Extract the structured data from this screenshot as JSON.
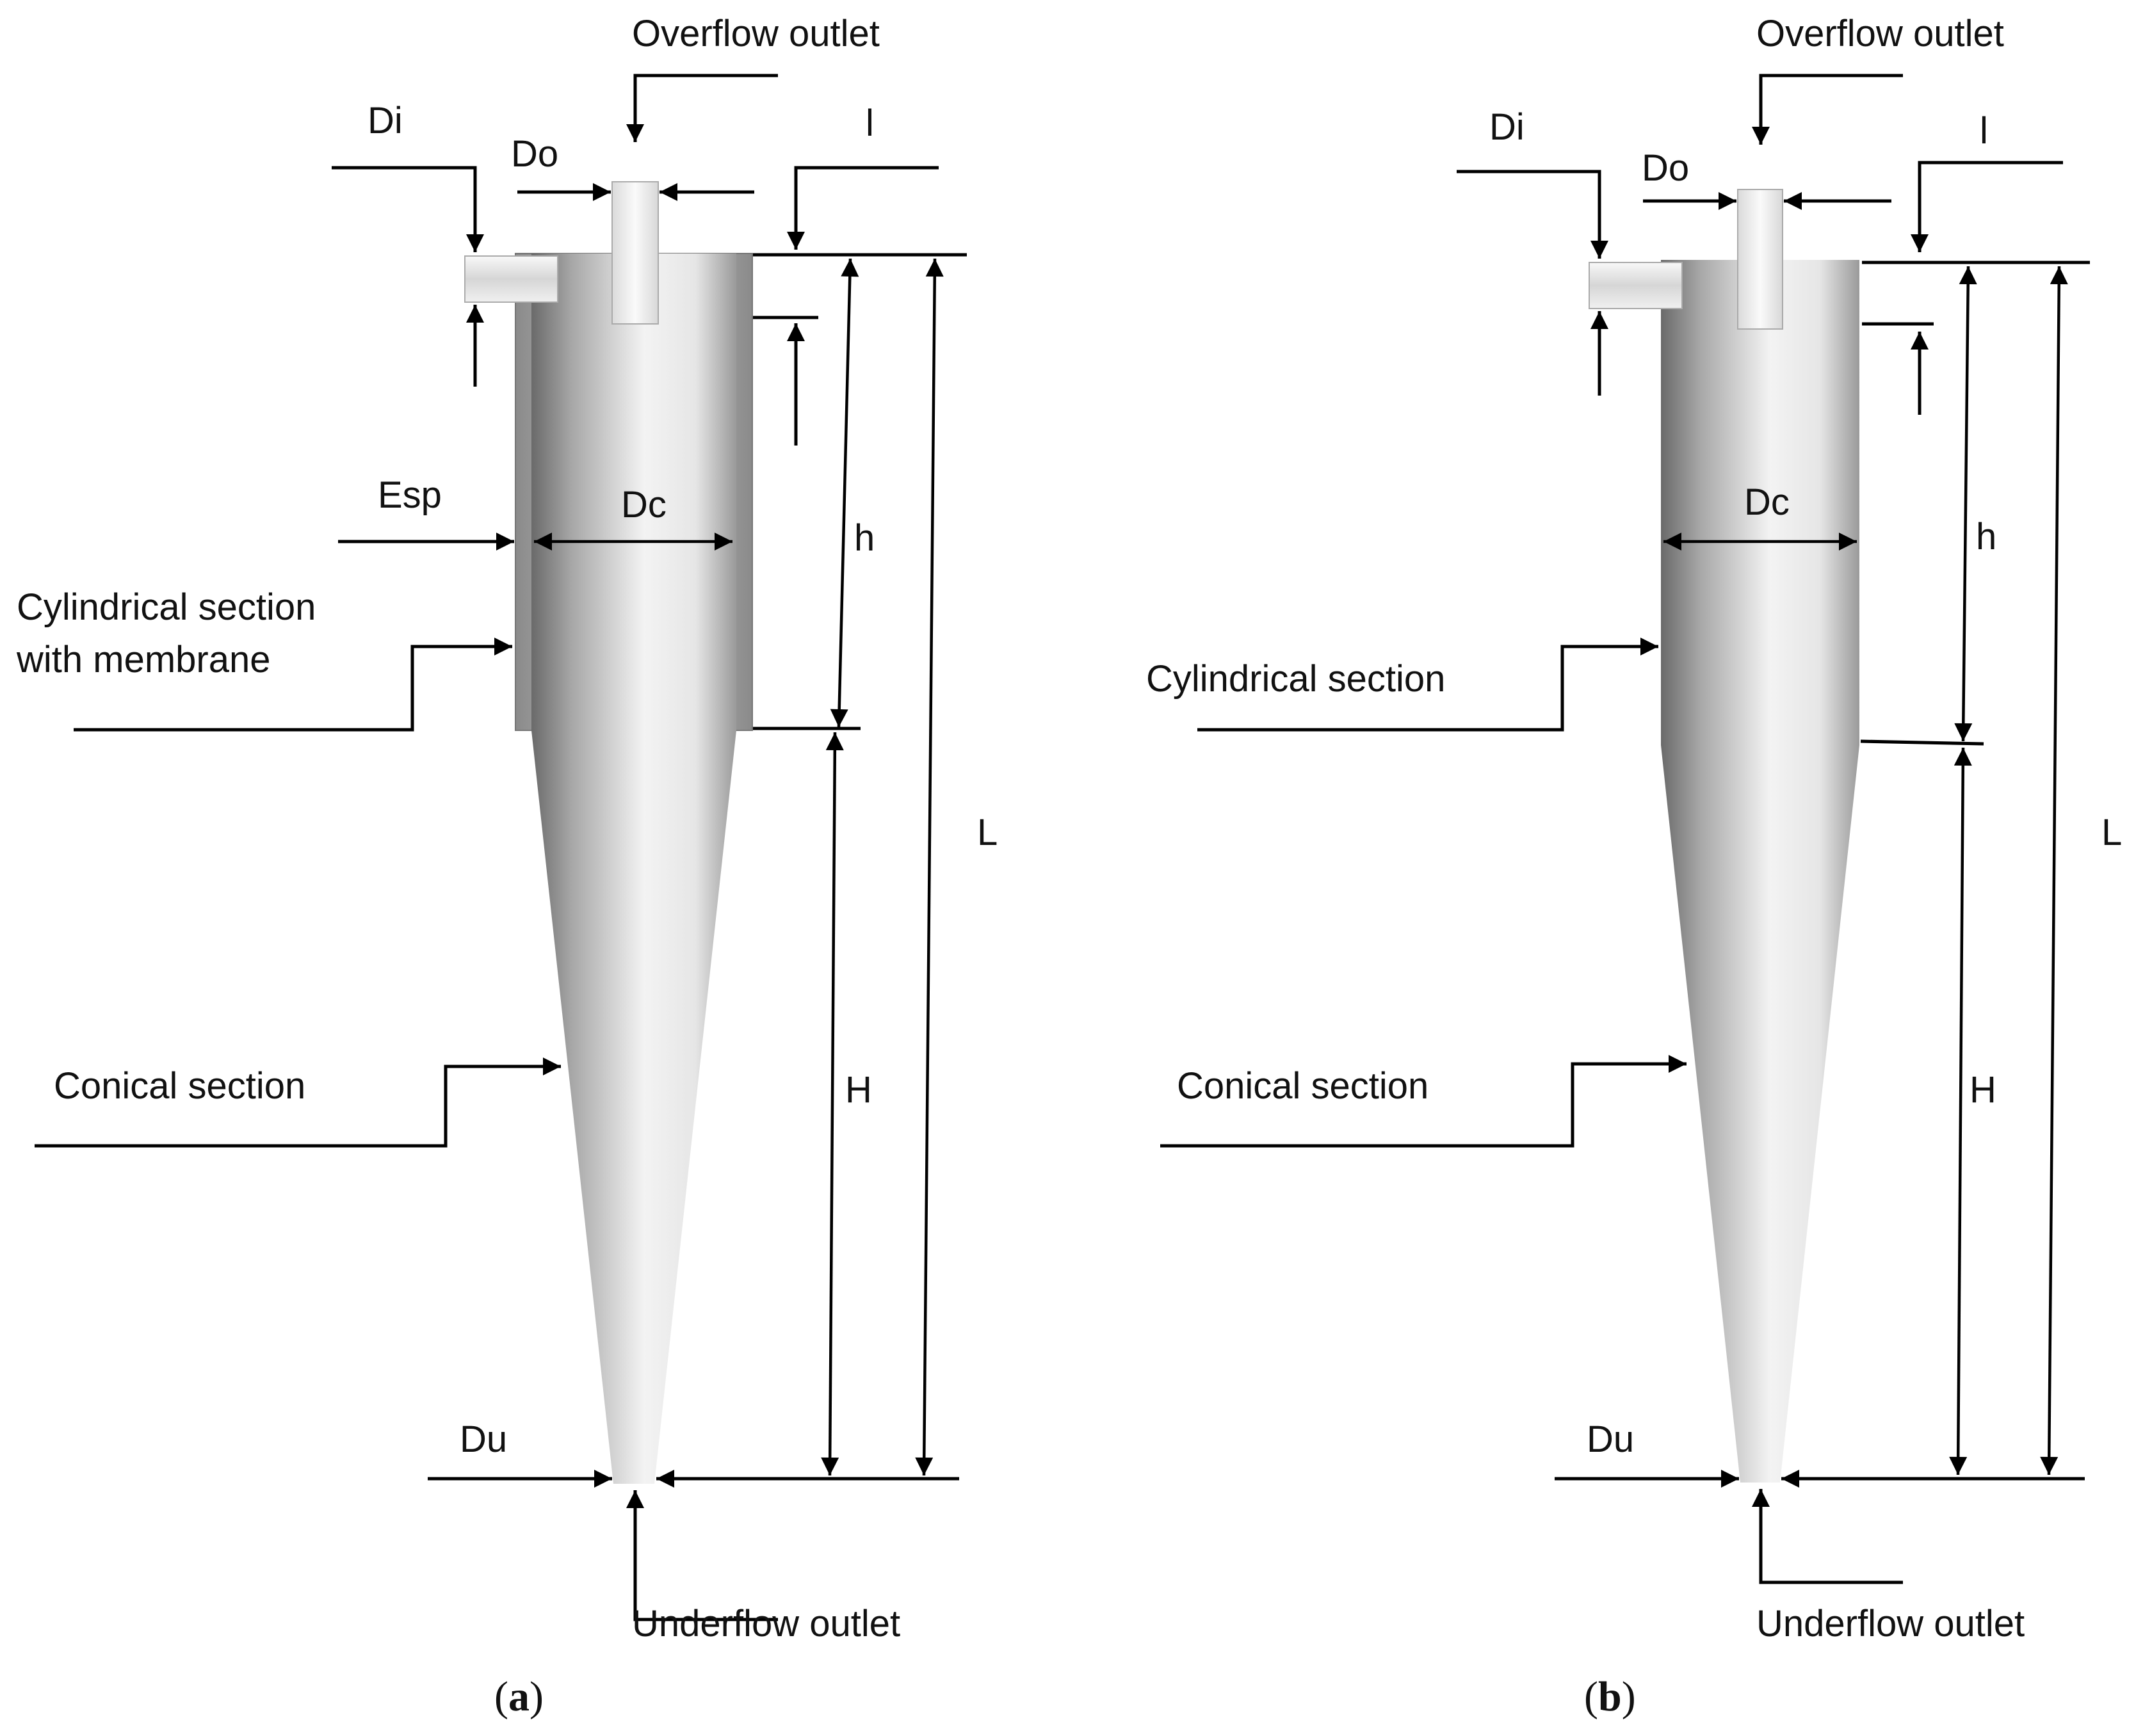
{
  "panel_a": {
    "overflow_outlet": "Overflow outlet",
    "underflow_outlet": "Underflow outlet",
    "di": "Di",
    "do": "Do",
    "l_small": "l",
    "esp": "Esp",
    "dc": "Dc",
    "h_small": "h",
    "h_large": "H",
    "l_total": "L",
    "du": "Du",
    "cyl_line1": "Cylindrical section",
    "cyl_line2": "with membrane",
    "conical": "Conical section",
    "caption_open": "(",
    "caption_letter": "a",
    "caption_close": ")"
  },
  "panel_b": {
    "overflow_outlet": "Overflow outlet",
    "underflow_outlet": "Underflow outlet",
    "di": "Di",
    "do": "Do",
    "l_small": "l",
    "dc": "Dc",
    "h_small": "h",
    "h_large": "H",
    "l_total": "L",
    "du": "Du",
    "cylindrical": "Cylindrical section",
    "conical": "Conical section",
    "caption_open": "(",
    "caption_letter": "b",
    "caption_close": ")"
  }
}
